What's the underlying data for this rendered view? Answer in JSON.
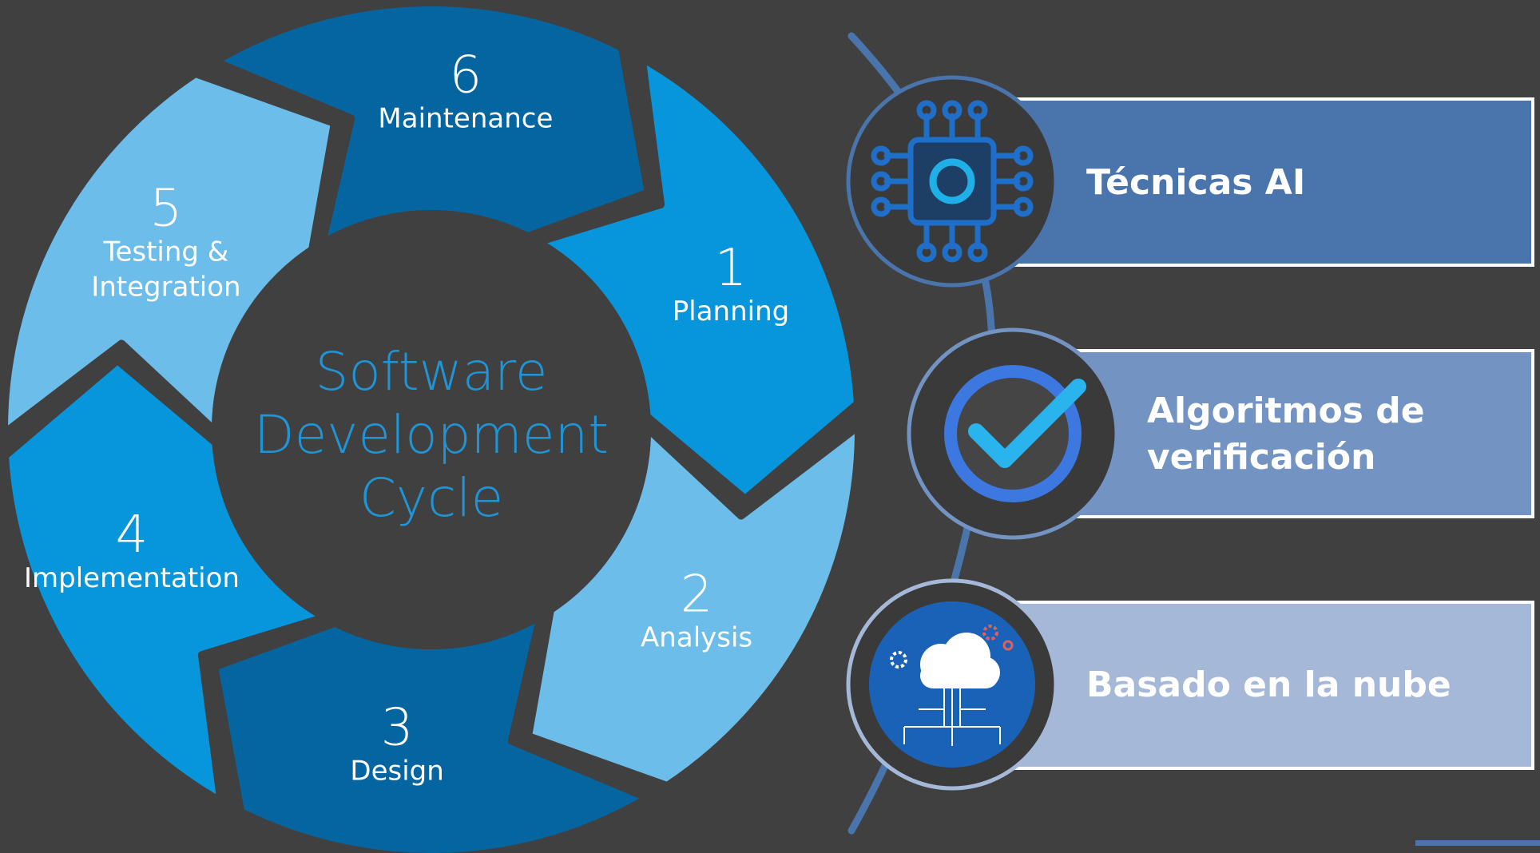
{
  "cycle": {
    "center_title_lines": [
      "Software",
      "Development",
      "Cycle"
    ],
    "segments": [
      {
        "number": "1",
        "label_lines": [
          "Planning"
        ],
        "color": "#0796dc"
      },
      {
        "number": "2",
        "label_lines": [
          "Analysis"
        ],
        "color": "#6cbdea"
      },
      {
        "number": "3",
        "label_lines": [
          "Design"
        ],
        "color": "#0565a0"
      },
      {
        "number": "4",
        "label_lines": [
          "Implementation"
        ],
        "color": "#0796dc"
      },
      {
        "number": "5",
        "label_lines": [
          "Testing &",
          "Integration"
        ],
        "color": "#6cbdea"
      },
      {
        "number": "6",
        "label_lines": [
          "Maintenance"
        ],
        "color": "#0565a0"
      }
    ]
  },
  "panels": [
    {
      "label_lines": [
        "Técnicas AI"
      ],
      "icon": "circuit-chip-icon",
      "fill": "#4a74ac"
    },
    {
      "label_lines": [
        "Algoritmos de",
        "verificación"
      ],
      "icon": "check-circle-icon",
      "fill": "#7393c3"
    },
    {
      "label_lines": [
        "Basado en la nube"
      ],
      "icon": "cloud-network-icon",
      "fill": "#a5b8d8"
    }
  ],
  "colors": {
    "background": "#404040",
    "center_text": "#1f95d8",
    "connector_line": "#4a74ac"
  }
}
